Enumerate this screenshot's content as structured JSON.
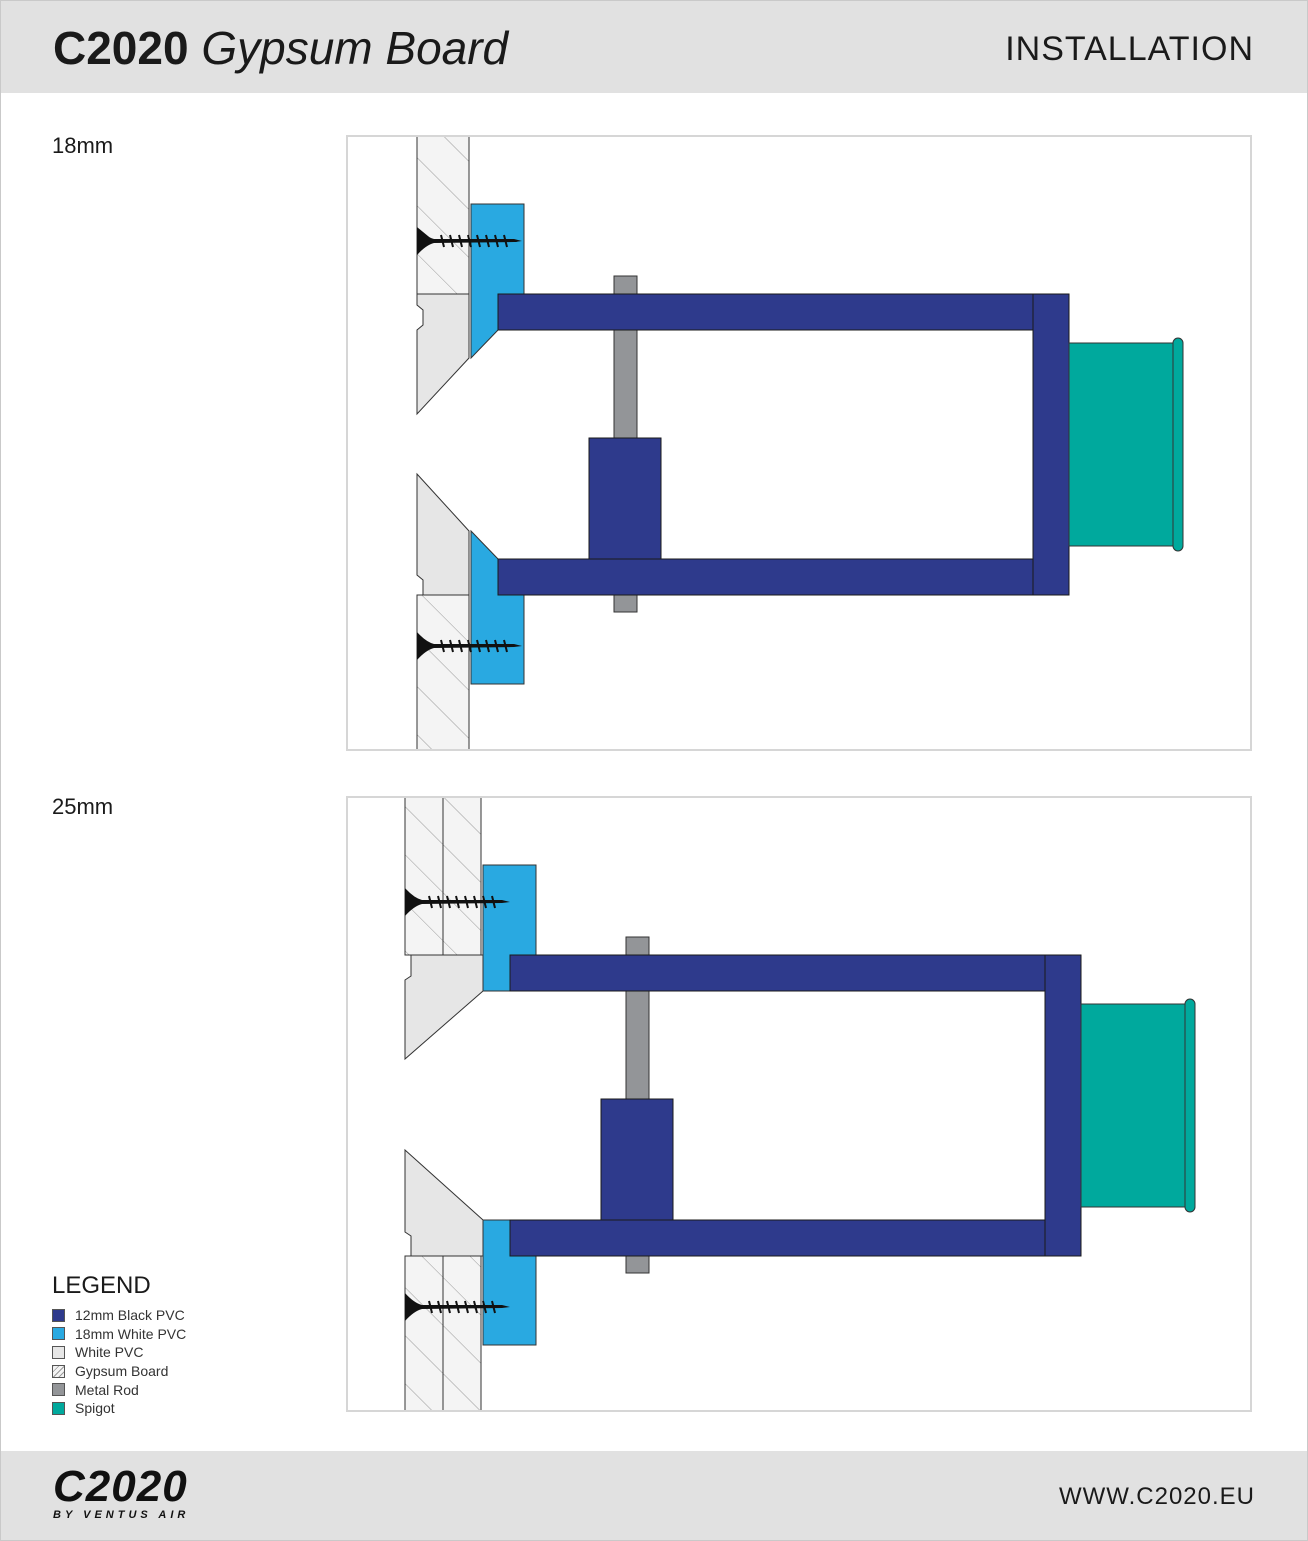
{
  "header": {
    "title_bold": "C2020",
    "title_italic": "Gypsum Board",
    "section": "INSTALLATION"
  },
  "diagrams": [
    {
      "label": "18mm"
    },
    {
      "label": "25mm"
    }
  ],
  "legend": {
    "title": "LEGEND",
    "items": [
      {
        "label": "12mm Black PVC",
        "color": "#2e3a8c"
      },
      {
        "label": "18mm White PVC",
        "color": "#29a9e1"
      },
      {
        "label": "White PVC",
        "color": "#e6e6e6"
      },
      {
        "label": "Gypsum Board",
        "color": "hatch"
      },
      {
        "label": "Metal Rod",
        "color": "#939598"
      },
      {
        "label": "Spigot",
        "color": "#00a99d"
      }
    ]
  },
  "footer": {
    "logo": "C2020",
    "logo_sub": "BY VENTUS AIR",
    "website": "WWW.C2020.EU"
  }
}
